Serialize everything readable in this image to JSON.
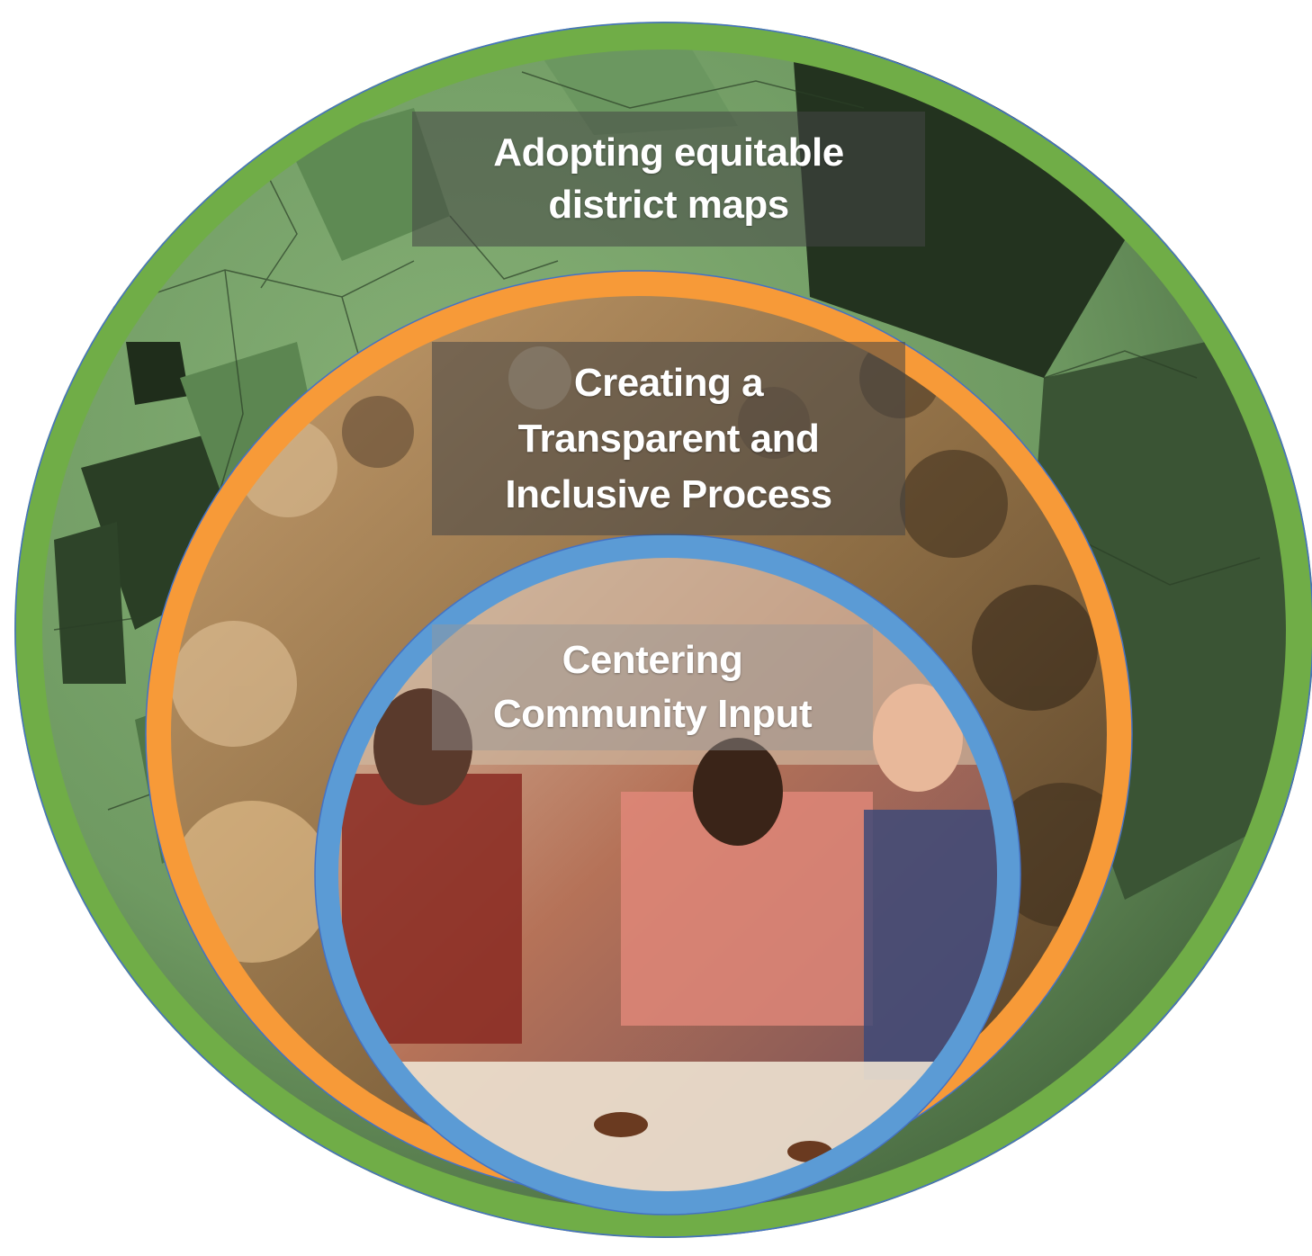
{
  "diagram": {
    "rings": [
      {
        "id": "outer",
        "lines": [
          "Adopting equitable",
          "district maps"
        ],
        "border_color": "#70AD47",
        "fill_color": "#7FA86E",
        "background_description": "map-of-districts"
      },
      {
        "id": "middle",
        "lines": [
          "Creating a",
          "Transparent and",
          "Inclusive Process"
        ],
        "border_color": "#F79A38",
        "fill_color": "#9C7B52",
        "background_description": "crowd-photo-sepia"
      },
      {
        "id": "inner",
        "lines": [
          "Centering",
          "Community Input"
        ],
        "border_color": "#5B9BD5",
        "fill_color": "#B07A5A",
        "background_description": "people-around-table-photo"
      }
    ]
  }
}
